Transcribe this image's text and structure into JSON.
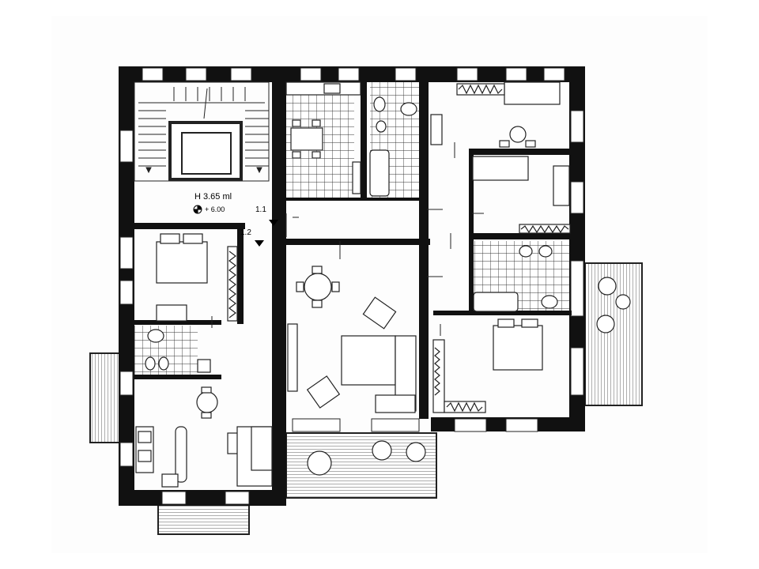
{
  "plan": {
    "height_label": "H 3.65 ml",
    "elevation_label": "+ 6.00",
    "marker_1_label": "1.1",
    "marker_2_label": "1.2"
  },
  "colors": {
    "wall": "#111111",
    "line": "#222222",
    "paper": "#ffffff",
    "sheet": "#fdfdfd"
  }
}
